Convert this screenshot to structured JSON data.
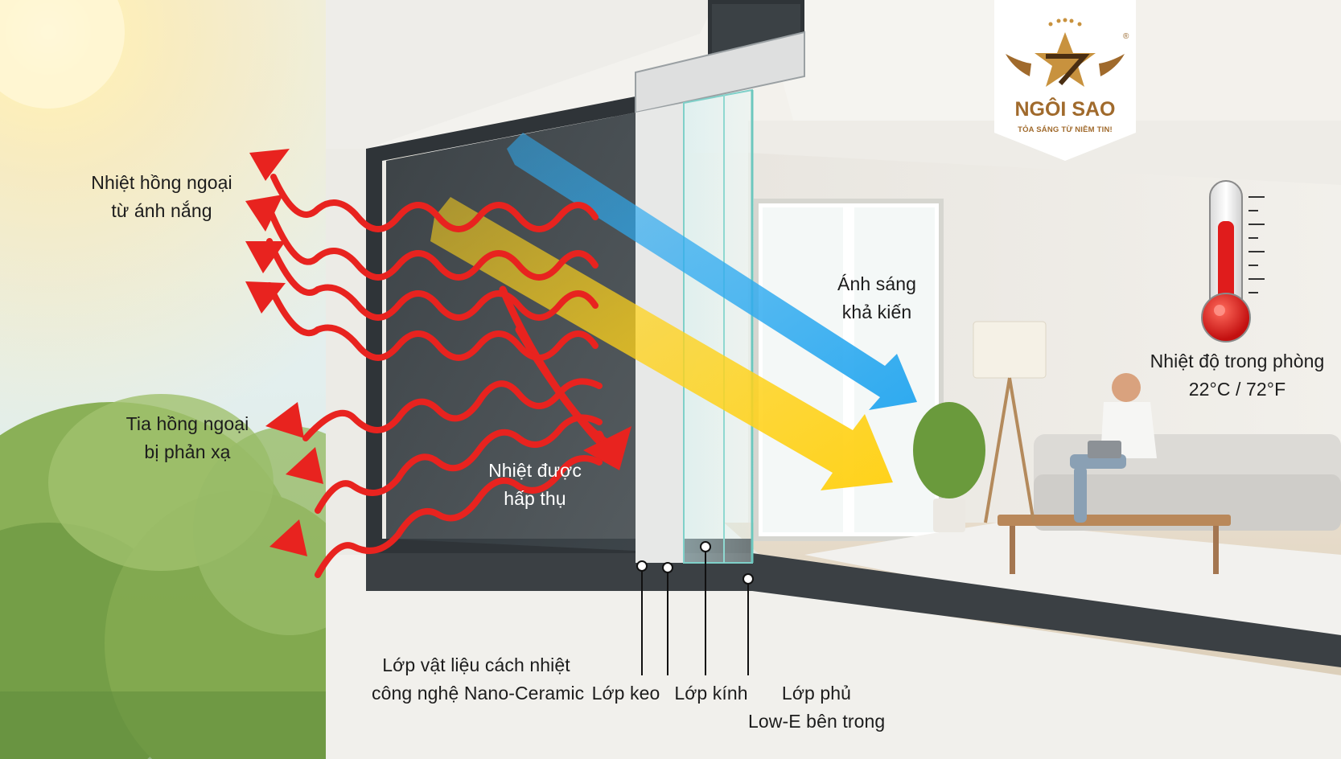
{
  "logo": {
    "name": "NGÔI SAO",
    "slogan": "TỎA SÁNG TỪ NIỀM TIN!",
    "registered_mark": "®"
  },
  "labels": {
    "infrared_sun": [
      "Nhiệt hồng ngoại",
      "từ ánh nắng"
    ],
    "infrared_reflected": [
      "Tia hồng ngoại",
      "bị phản xạ"
    ],
    "heat_absorbed": [
      "Nhiệt được",
      "hấp thụ"
    ],
    "visible_light": [
      "Ánh sáng",
      "khả kiến"
    ],
    "room_temperature": [
      "Nhiệt độ trong phòng",
      "22°C / 72°F"
    ],
    "layer_nano_ceramic": [
      "Lớp vật liệu cách nhiệt",
      "công nghệ Nano-Ceramic"
    ],
    "layer_adhesive": [
      "Lớp keo"
    ],
    "layer_glass": [
      "Lớp kính"
    ],
    "layer_lowe": [
      "Lớp phủ",
      "Low-E bên trong"
    ]
  },
  "colors": {
    "infrared": "#e8231f",
    "visible_light": "#2eaaf0",
    "sunlight": "#ffd21a",
    "brand_gold": "#a06a2c",
    "thermometer_red": "#e01c1c"
  },
  "icons": {
    "thermometer": "thermometer-icon",
    "logo": "star-eagle-emblem"
  }
}
